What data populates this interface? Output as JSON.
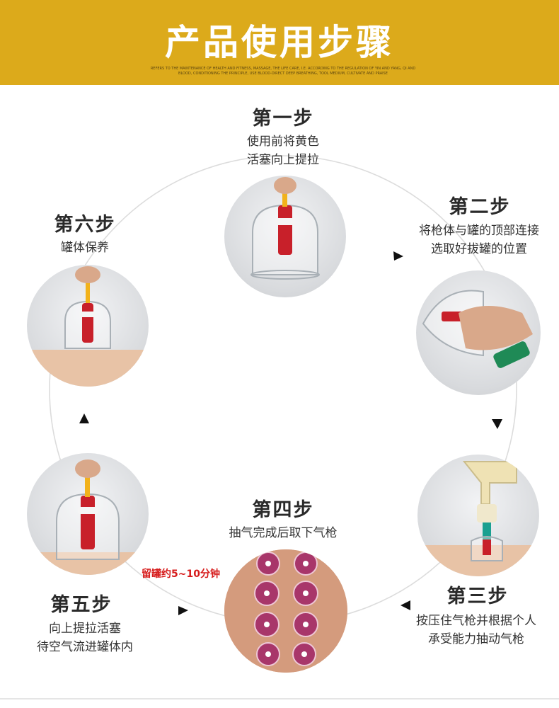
{
  "header": {
    "title": "产品使用步骤",
    "subtitle": "REFERS TO THE MAINTENANCE OF HEALTH AND FITNESS, MASSAGE, THE LIFE CARE, I.E. ACCORDING TO THE REGULATION OF YIN AND YANG, QI AND BLOOD, CONDITIONING THE PRINCIPLE, USE BLOOD-DIRECT DEEP BREATHING, TOOL MEDIUM, CULTIVATE AND PRAISE"
  },
  "steps": [
    {
      "title": "第一步",
      "desc1": "使用前将黄色",
      "desc2": "活塞向上提拉"
    },
    {
      "title": "第二步",
      "desc1": "将枪体与罐的顶部连接",
      "desc2": "选取好拔罐的位置"
    },
    {
      "title": "第三步",
      "desc1": "按压住气枪并根据个人",
      "desc2": "承受能力抽动气枪"
    },
    {
      "title": "第四步",
      "desc1": "抽气完成后取下气枪",
      "desc2": ""
    },
    {
      "title": "第五步",
      "desc1": "向上提拉活塞",
      "desc2": "待空气流进罐体内"
    },
    {
      "title": "第六步",
      "desc1": "罐体保养",
      "desc2": ""
    }
  ],
  "note": "留罐约5~10分钟",
  "colors": {
    "header_bg": "#dcaa1b",
    "note_red": "#d61a1a",
    "ring": "#d9d9d9"
  },
  "icons": [
    "cupping-cup-icon",
    "arrow-icon",
    "pump-gun-icon"
  ]
}
